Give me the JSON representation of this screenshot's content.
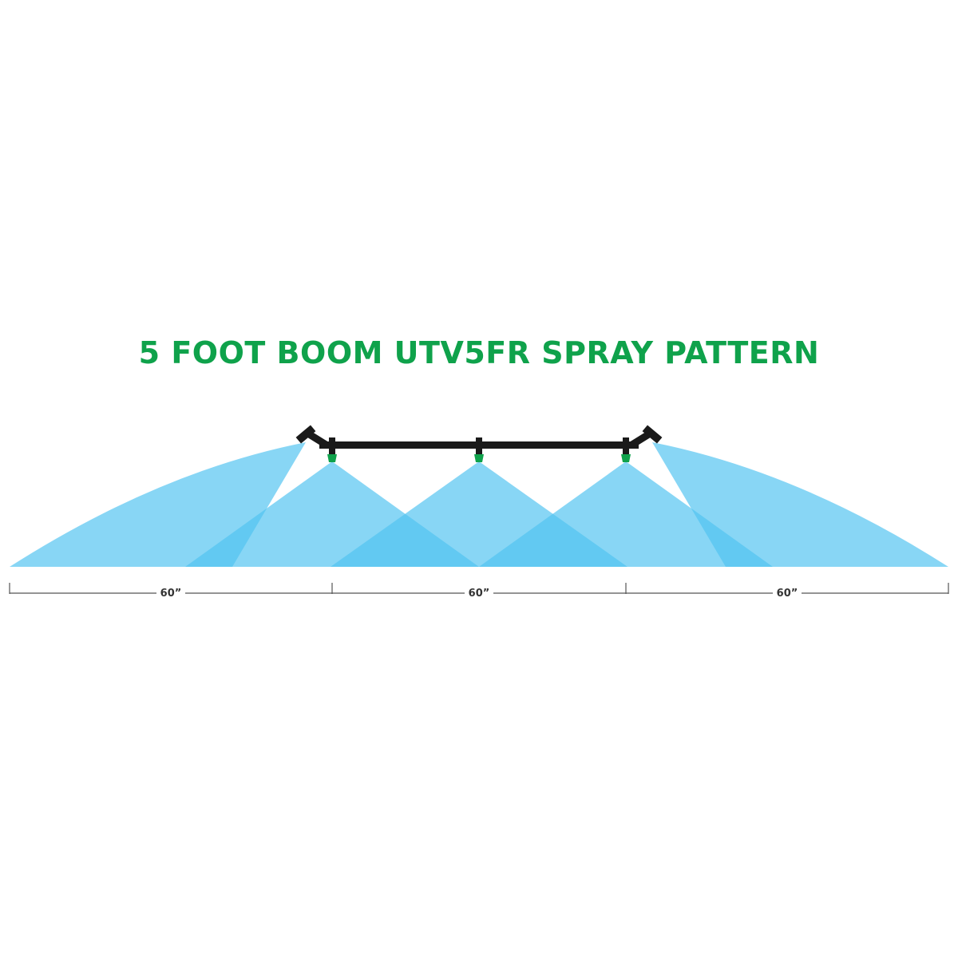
{
  "title": "5 FOOT BOOM UTV5FR SPRAY PATTERN",
  "colors": {
    "title": "#0fa24b",
    "spray": "#4fc3f0",
    "spray_overlap": "#3bbbee",
    "boom": "#1a1a1a",
    "nozzle": "#0fa24b",
    "dimension_line": "#555555",
    "dimension_text": "#333333"
  },
  "dimensions": [
    {
      "label": "60”"
    },
    {
      "label": "60”"
    },
    {
      "label": "60”"
    }
  ]
}
